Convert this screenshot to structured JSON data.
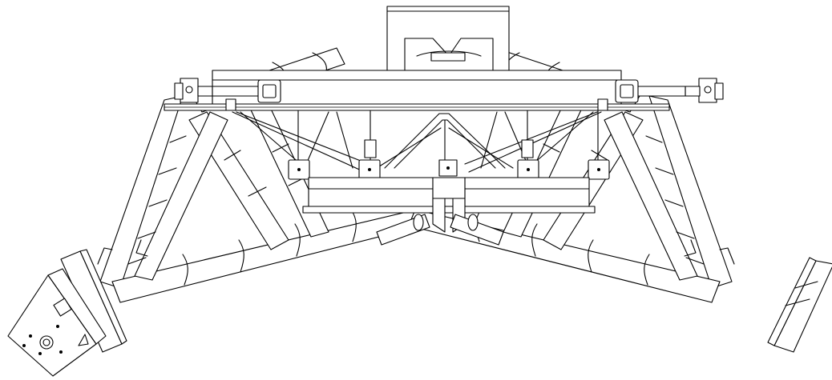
{
  "drawing": {
    "kind": "technical line drawing (front elevation)",
    "line_color": "#000000",
    "background_color": "#ffffff",
    "components": [
      "top-mounting-block",
      "upper-beam",
      "left-actuator",
      "right-actuator",
      "left-lattice-leg",
      "right-lattice-leg",
      "center-truss",
      "lower-platform",
      "left-foot-plate",
      "right-foot-plate"
    ]
  }
}
